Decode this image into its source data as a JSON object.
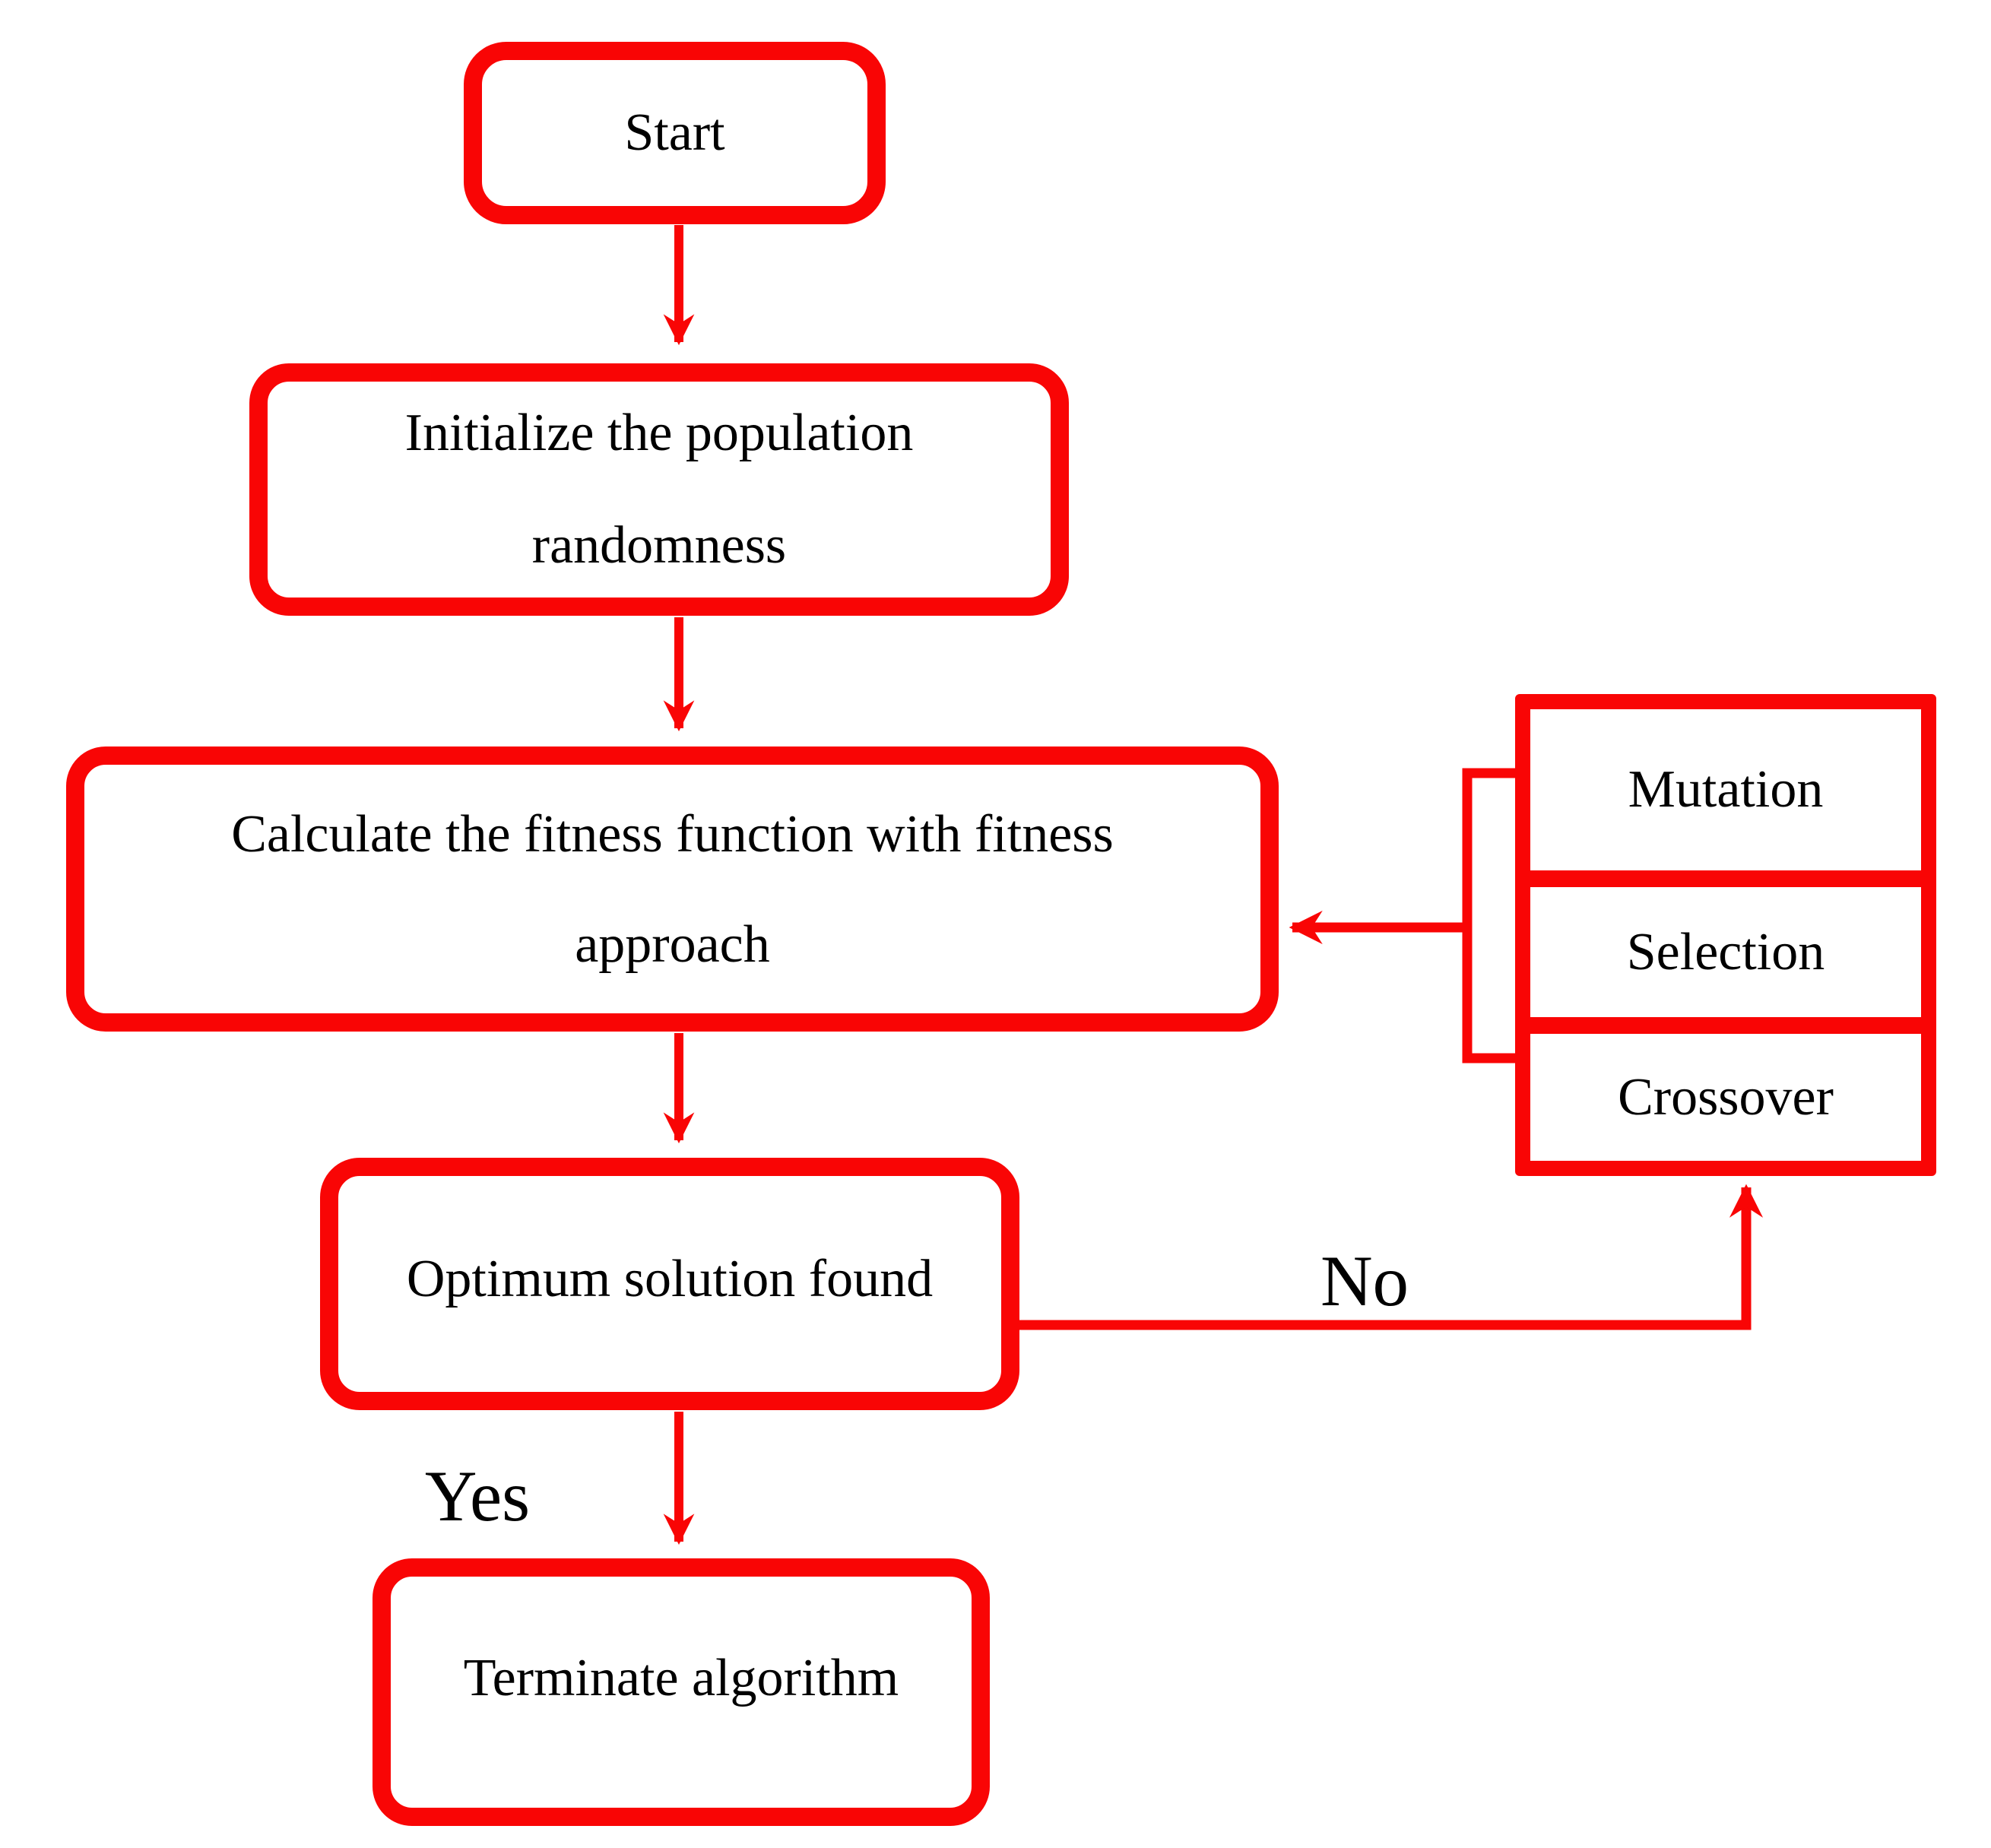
{
  "flowchart": {
    "nodes": {
      "start": {
        "label": "Start"
      },
      "initialize_population": {
        "line1": "Initialize the population",
        "line2": "randomness"
      },
      "calculate_fitness": {
        "line1": "Calculate the fitness function with fitness",
        "line2": "approach"
      },
      "optimum_solution": {
        "label": "Optimum solution found"
      },
      "terminate_algorithm": {
        "label": "Terminate algorithm"
      }
    },
    "operator_stack": {
      "items": [
        {
          "label": "Mutation"
        },
        {
          "label": "Selection"
        },
        {
          "label": "Crossover"
        }
      ]
    },
    "edge_labels": {
      "yes": "Yes",
      "no": "No"
    },
    "colors": {
      "line_red": "#f90505",
      "text_black": "#000000",
      "background_white": "#ffffff"
    }
  }
}
